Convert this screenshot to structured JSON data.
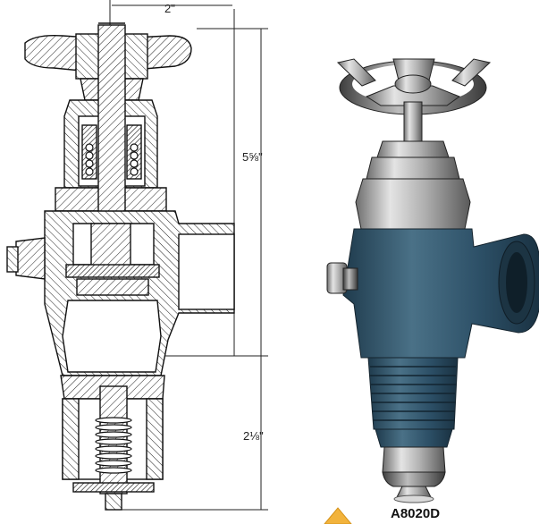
{
  "drawing": {
    "width_label": "2\"",
    "upper_height_label": "5⅝\"",
    "lower_height_label": "2⅛\""
  },
  "photo": {
    "model": "A8020D"
  },
  "colors": {
    "line": "#1a1a1a",
    "body_blue": "#2c4f66",
    "body_blue_light": "#4d7489",
    "steel": "#b8b8b8",
    "warning": "#f2b33c"
  }
}
